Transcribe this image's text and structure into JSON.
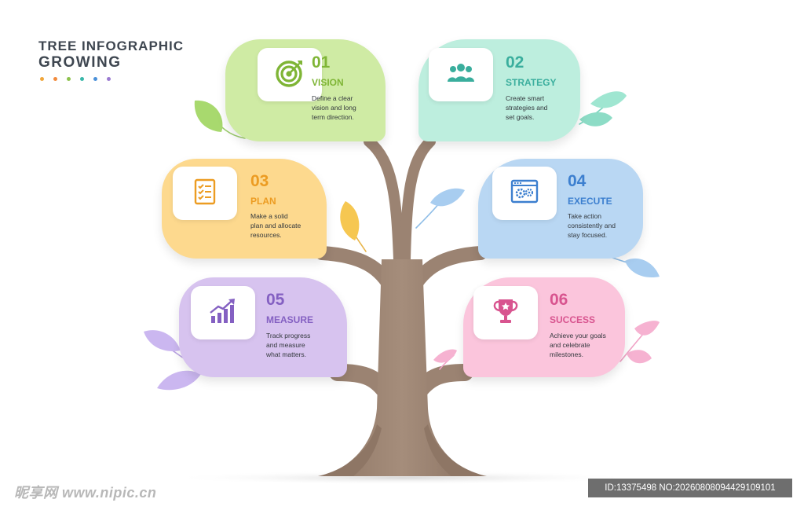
{
  "title": {
    "line1": "TREE INFOGRAPHIC",
    "line2": "GROWING"
  },
  "dots": [
    "#f0a63b",
    "#f28a3c",
    "#8dc24d",
    "#39b7a9",
    "#4a90d9",
    "#9b7ad1"
  ],
  "steps": [
    {
      "number": "01",
      "label": "VISION",
      "lines": [
        "Define a clear",
        "vision and long",
        "term direction."
      ],
      "color": "#cfeba4",
      "accent": "#7fb536",
      "icon": "target-icon"
    },
    {
      "number": "02",
      "label": "STRATEGY",
      "lines": [
        "Create smart",
        "strategies and",
        "set goals."
      ],
      "color": "#bdeede",
      "accent": "#3aae9d",
      "icon": "team-icon"
    },
    {
      "number": "03",
      "label": "PLAN",
      "lines": [
        "Make a solid",
        "plan and allocate",
        "resources."
      ],
      "color": "#fdd98e",
      "accent": "#ec9c22",
      "icon": "checklist-icon"
    },
    {
      "number": "04",
      "label": "EXECUTE",
      "lines": [
        "Take action",
        "consistently and",
        "stay focused."
      ],
      "color": "#b9d7f3",
      "accent": "#3c7fcf",
      "icon": "browser-gears-icon"
    },
    {
      "number": "05",
      "label": "MEASURE",
      "lines": [
        "Track progress",
        "and measure",
        "what matters."
      ],
      "color": "#d7c3ef",
      "accent": "#8460c2",
      "icon": "growth-chart-icon"
    },
    {
      "number": "06",
      "label": "SUCCESS",
      "lines": [
        "Achieve your goals",
        "and celebrate",
        "milestones."
      ],
      "color": "#fbc5dc",
      "accent": "#d8548f",
      "icon": "trophy-icon"
    }
  ],
  "watermark": {
    "left": "昵享网 www.nipic.cn",
    "right": "ID:13375498 NO:20260808094429109101"
  }
}
